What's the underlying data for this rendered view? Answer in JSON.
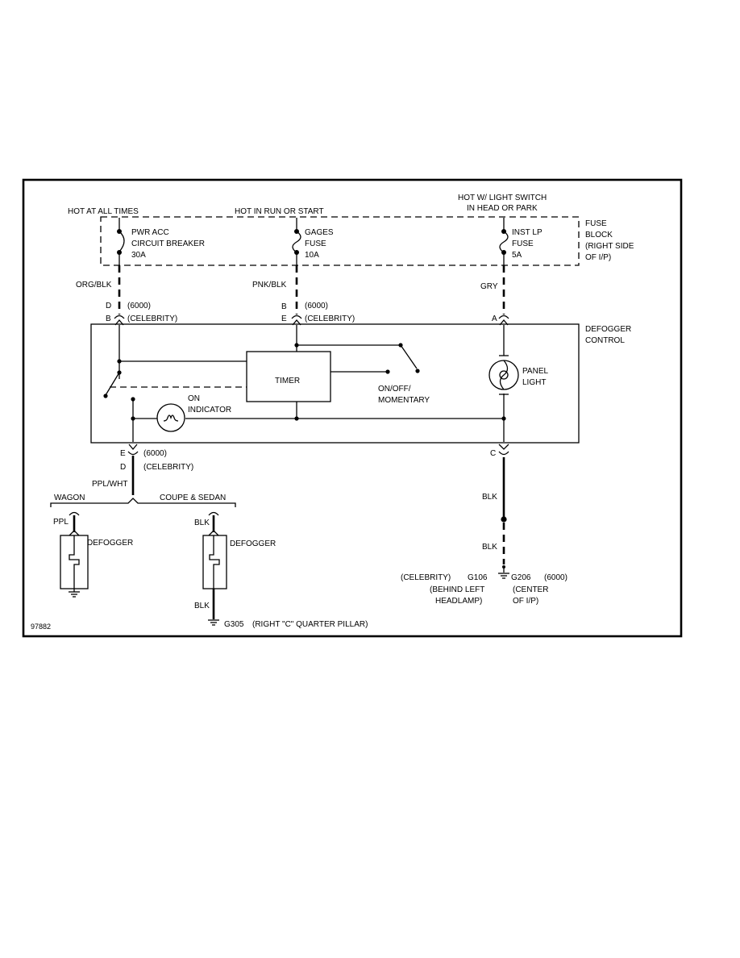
{
  "labels": {
    "hot_all_times": "HOT AT ALL TIMES",
    "hot_run_start": "HOT IN RUN OR START",
    "hot_light_1": "HOT W/ LIGHT SWITCH",
    "hot_light_2": "IN HEAD OR PARK",
    "fuse_block_1": "FUSE",
    "fuse_block_2": "BLOCK",
    "fuse_block_3": "(RIGHT SIDE",
    "fuse_block_4": "OF I/P)",
    "cb_1": "PWR ACC",
    "cb_2": "CIRCUIT BREAKER",
    "cb_3": "30A",
    "gages_1": "GAGES",
    "gages_2": "FUSE",
    "gages_3": "10A",
    "inst_1": "INST LP",
    "inst_2": "FUSE",
    "inst_3": "5A",
    "wire_org_blk": "ORG/BLK",
    "wire_pnk_blk": "PNK/BLK",
    "wire_gry": "GRY",
    "conn_d": "D",
    "conn_b_left": "B",
    "conn_b_mid": "B",
    "conn_e_mid": "E",
    "conn_a": "A",
    "conn_6000_left": "(6000)",
    "conn_cel_left": "(CELEBRITY)",
    "conn_6000_mid": "(6000)",
    "conn_cel_mid": "(CELEBRITY)",
    "defogger_control_1": "DEFOGGER",
    "defogger_control_2": "CONTROL",
    "timer": "TIMER",
    "on_off_1": "ON/OFF/",
    "on_off_2": "MOMENTARY",
    "on_indicator_1": "ON",
    "on_indicator_2": "INDICATOR",
    "panel_light_1": "PANEL",
    "panel_light_2": "LIGHT",
    "conn_e_bottom": "E",
    "conn_6000_bottom": "(6000)",
    "conn_d_bottom": "D",
    "conn_cel_bottom": "(CELEBRITY)",
    "conn_c": "C",
    "wire_ppl_wht": "PPL/WHT",
    "wagon": "WAGON",
    "coupe_sedan": "COUPE & SEDAN",
    "wire_ppl": "PPL",
    "wire_blk_coupe_top": "BLK",
    "defogger_wagon": "DEFOGGER",
    "defogger_coupe": "DEFOGGER",
    "wire_blk_coupe_bottom": "BLK",
    "ground_g305": "G305",
    "g305_location": "(RIGHT \"C\" QUARTER PILLAR)",
    "wire_blk_right_top": "BLK",
    "wire_blk_right_bottom": "BLK",
    "celebrity_g106": "(CELEBRITY)",
    "g106": "G106",
    "behind_left_1": "(BEHIND LEFT",
    "behind_left_2": "HEADLAMP)",
    "g206": "G206",
    "g206_6000": "(6000)",
    "center_1": "(CENTER",
    "center_2": "OF I/P)",
    "figure_number": "97882"
  }
}
